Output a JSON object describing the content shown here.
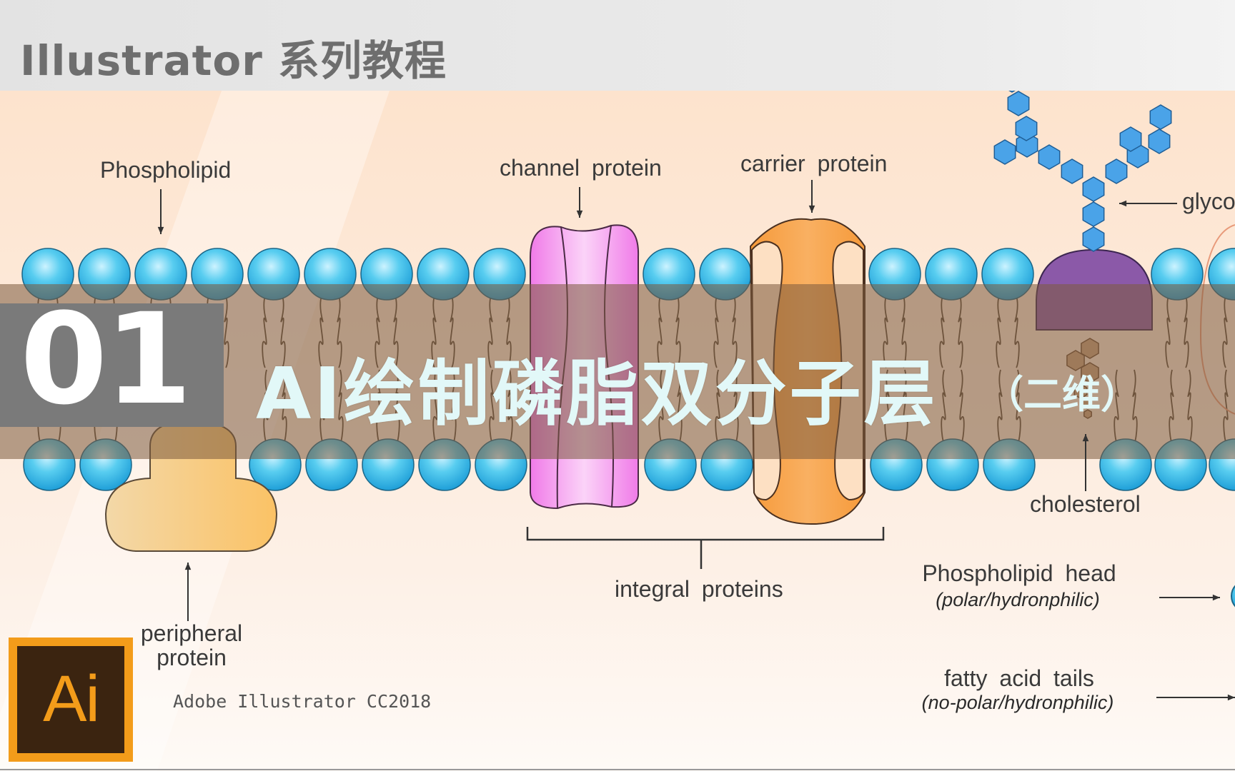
{
  "header": {
    "title": "Illustrator 系列教程"
  },
  "episode": {
    "number": "01",
    "title": "AI绘制磷脂双分子层",
    "suffix": "（二维）"
  },
  "diagram": {
    "labels": {
      "phospholipid": "Phospholipid",
      "channel_protein": "channel  protein",
      "carrier_protein": "carrier  protein",
      "glyco_partial": "glyco",
      "cholesterol": "cholesterol",
      "integral_proteins": "integral  proteins",
      "peripheral_line1": "peripheral",
      "peripheral_line2": "protein",
      "head_title": "Phospholipid  head",
      "head_sub": "(polar/hydronphilic)",
      "tails_title": "fatty  acid  tails",
      "tails_sub": "(no-polar/hydronphilic)"
    },
    "colors": {
      "background": "#fde6d3",
      "phospholipid_head": "#4fc9ef",
      "channel_protein": "#f39af0",
      "carrier_protein": "#f6a24a",
      "peripheral_protein": "#f8c77a",
      "glycoprotein_base": "#8b59a8",
      "glyco_sugar": "#4aa3e8",
      "cholesterol": "#c9a27e",
      "banner": "#8b6c50"
    }
  },
  "logo": {
    "text": "Ai",
    "caption": "Adobe Illustrator CC2018",
    "icon": "adobe-illustrator-icon"
  }
}
